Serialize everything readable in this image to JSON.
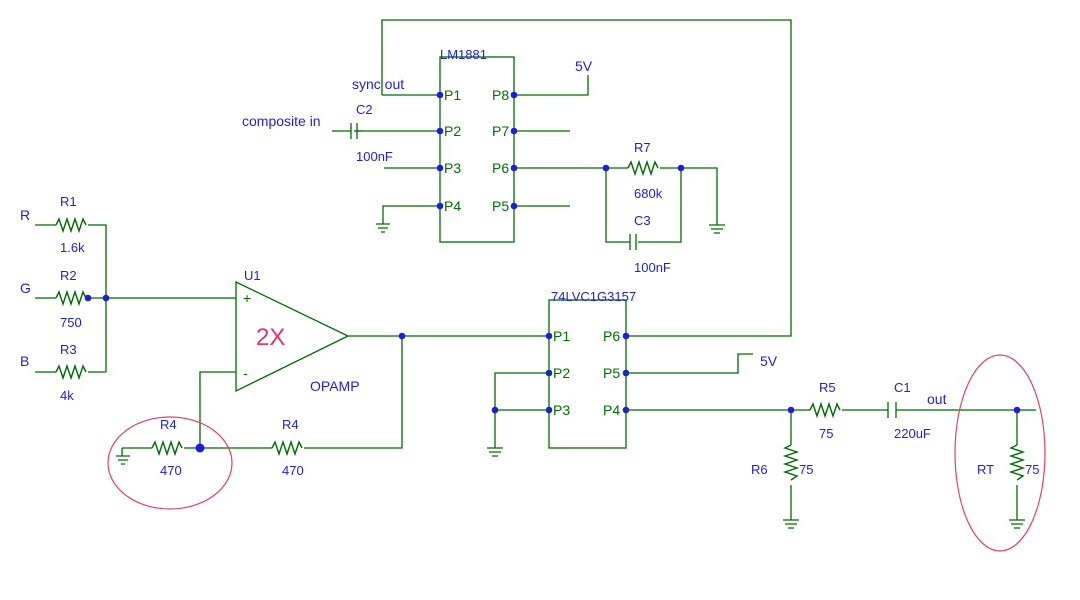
{
  "labels": {
    "sync_out": "sync out",
    "composite_in": "composite in",
    "v5_top": "5V",
    "v5_mid": "5V",
    "out": "out",
    "r": "R",
    "g": "G",
    "b": "B",
    "opamp": "OPAMP",
    "gain": "2X",
    "plus": "+",
    "minus": "-"
  },
  "chips": {
    "lm1881": {
      "name": "LM1881",
      "pins": [
        "P1",
        "P2",
        "P3",
        "P4",
        "P5",
        "P6",
        "P7",
        "P8"
      ]
    },
    "mux": {
      "name": "74LVC1G3157",
      "pins": [
        "P1",
        "P2",
        "P3",
        "P4",
        "P5",
        "P6"
      ]
    },
    "opamp": {
      "name": "U1"
    }
  },
  "components": {
    "r1": {
      "ref": "R1",
      "value": "1.6k"
    },
    "r2": {
      "ref": "R2",
      "value": "750"
    },
    "r3": {
      "ref": "R3",
      "value": "4k"
    },
    "r4a": {
      "ref": "R4",
      "value": "470"
    },
    "r4b": {
      "ref": "R4",
      "value": "470"
    },
    "r5": {
      "ref": "R5",
      "value": "75"
    },
    "r6": {
      "ref": "R6",
      "value": "75"
    },
    "r7": {
      "ref": "R7",
      "value": "680k"
    },
    "rt": {
      "ref": "RT",
      "value": "75"
    },
    "c1": {
      "ref": "C1",
      "value": "220uF"
    },
    "c2": {
      "ref": "C2",
      "value": "100nF"
    },
    "c3": {
      "ref": "C3",
      "value": "100nF"
    }
  },
  "colors": {
    "wire": "#006b00",
    "label": "#1e1edc",
    "node": "#1d1ddb",
    "annotation": "#e8336a"
  }
}
